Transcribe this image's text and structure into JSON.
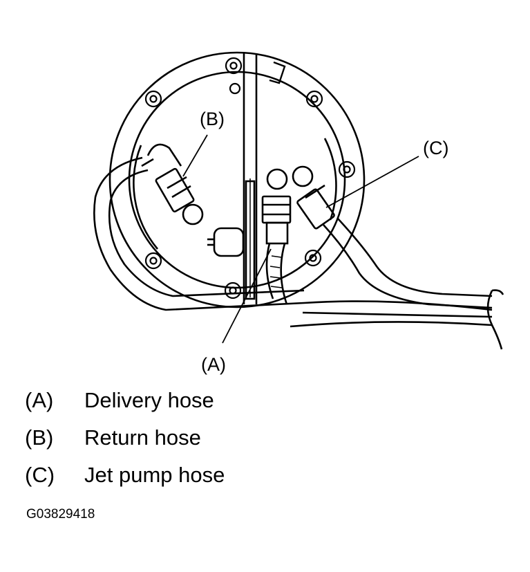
{
  "callouts": {
    "a": "(A)",
    "b": "(B)",
    "c": "(C)"
  },
  "legend": [
    {
      "key": "(A)",
      "text": "Delivery hose"
    },
    {
      "key": "(B)",
      "text": "Return hose"
    },
    {
      "key": "(C)",
      "text": "Jet pump hose"
    }
  ],
  "figure_id": "G03829418"
}
